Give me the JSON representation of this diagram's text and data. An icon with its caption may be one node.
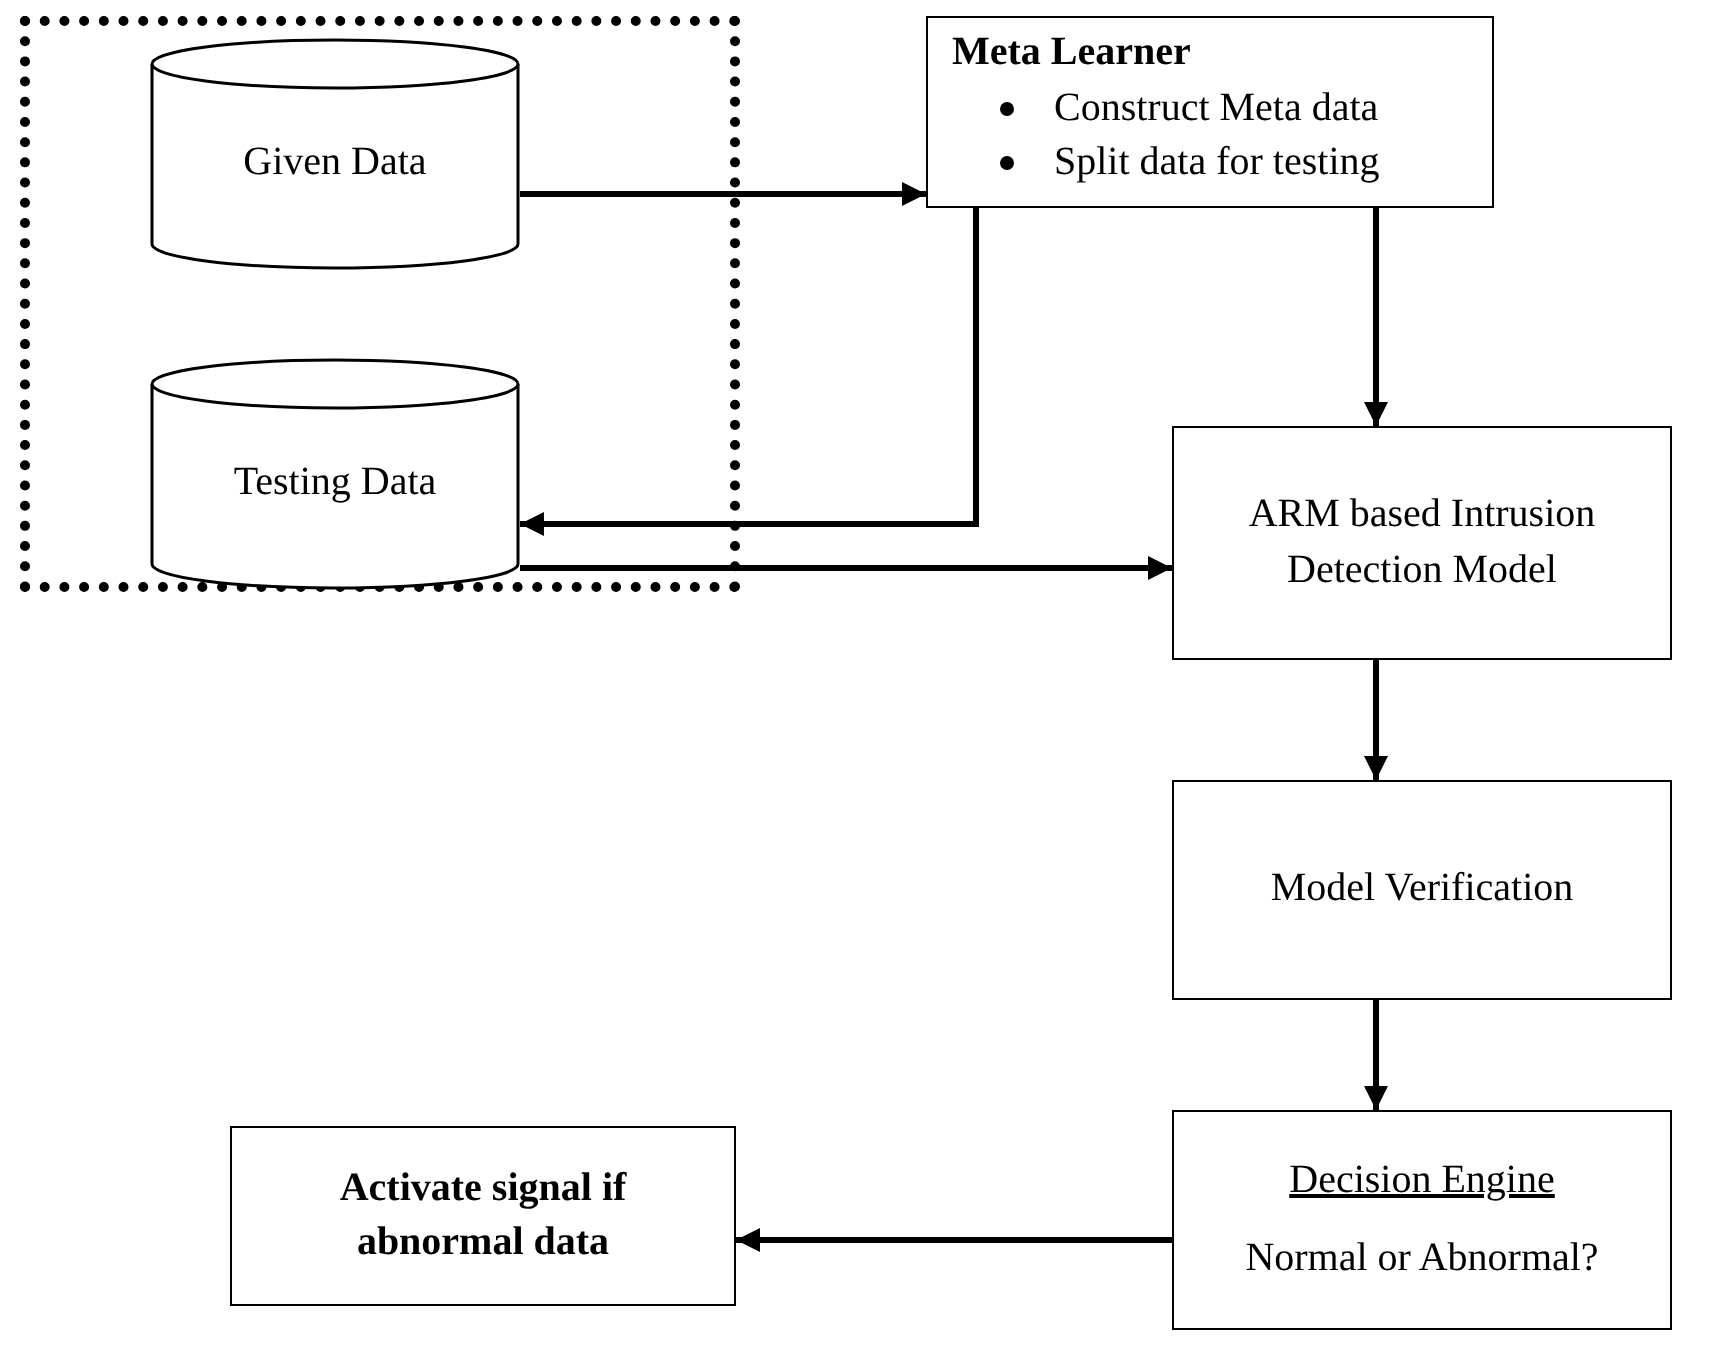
{
  "diagram": {
    "nodes": [
      {
        "text": [],
        "shape": "box"
      },
      {
        "text": [
          "Given Data"
        ],
        "in": 0
      },
      {
        "text": [
          "Testing Data"
        ],
        "in": 0
      },
      {
        "text": [
          "Meta Learner",
          "Construct Meta data",
          "Split data for testing"
        ]
      },
      {
        "text": [
          "ARM based Intrusion Detection Model"
        ]
      },
      {
        "text": [
          "Model Verification"
        ]
      },
      {
        "text": [
          "Decision Engine",
          "Normal or Abnormal?"
        ]
      },
      {
        "text": [
          "Activate signal if abnormal data"
        ]
      }
    ],
    "edges": [
      {
        "from": 1,
        "to": 3,
        "arrow": "to"
      },
      {
        "from": 3,
        "to": 2,
        "arrow": "to"
      },
      {
        "from": 2,
        "to": 4,
        "arrow": "to"
      },
      {
        "from": 3,
        "to": 4,
        "arrow": "to"
      },
      {
        "from": 4,
        "to": 5,
        "arrow": "to"
      },
      {
        "from": 5,
        "to": 6,
        "arrow": "to"
      },
      {
        "from": 6,
        "to": 7,
        "arrow": "to"
      }
    ]
  }
}
